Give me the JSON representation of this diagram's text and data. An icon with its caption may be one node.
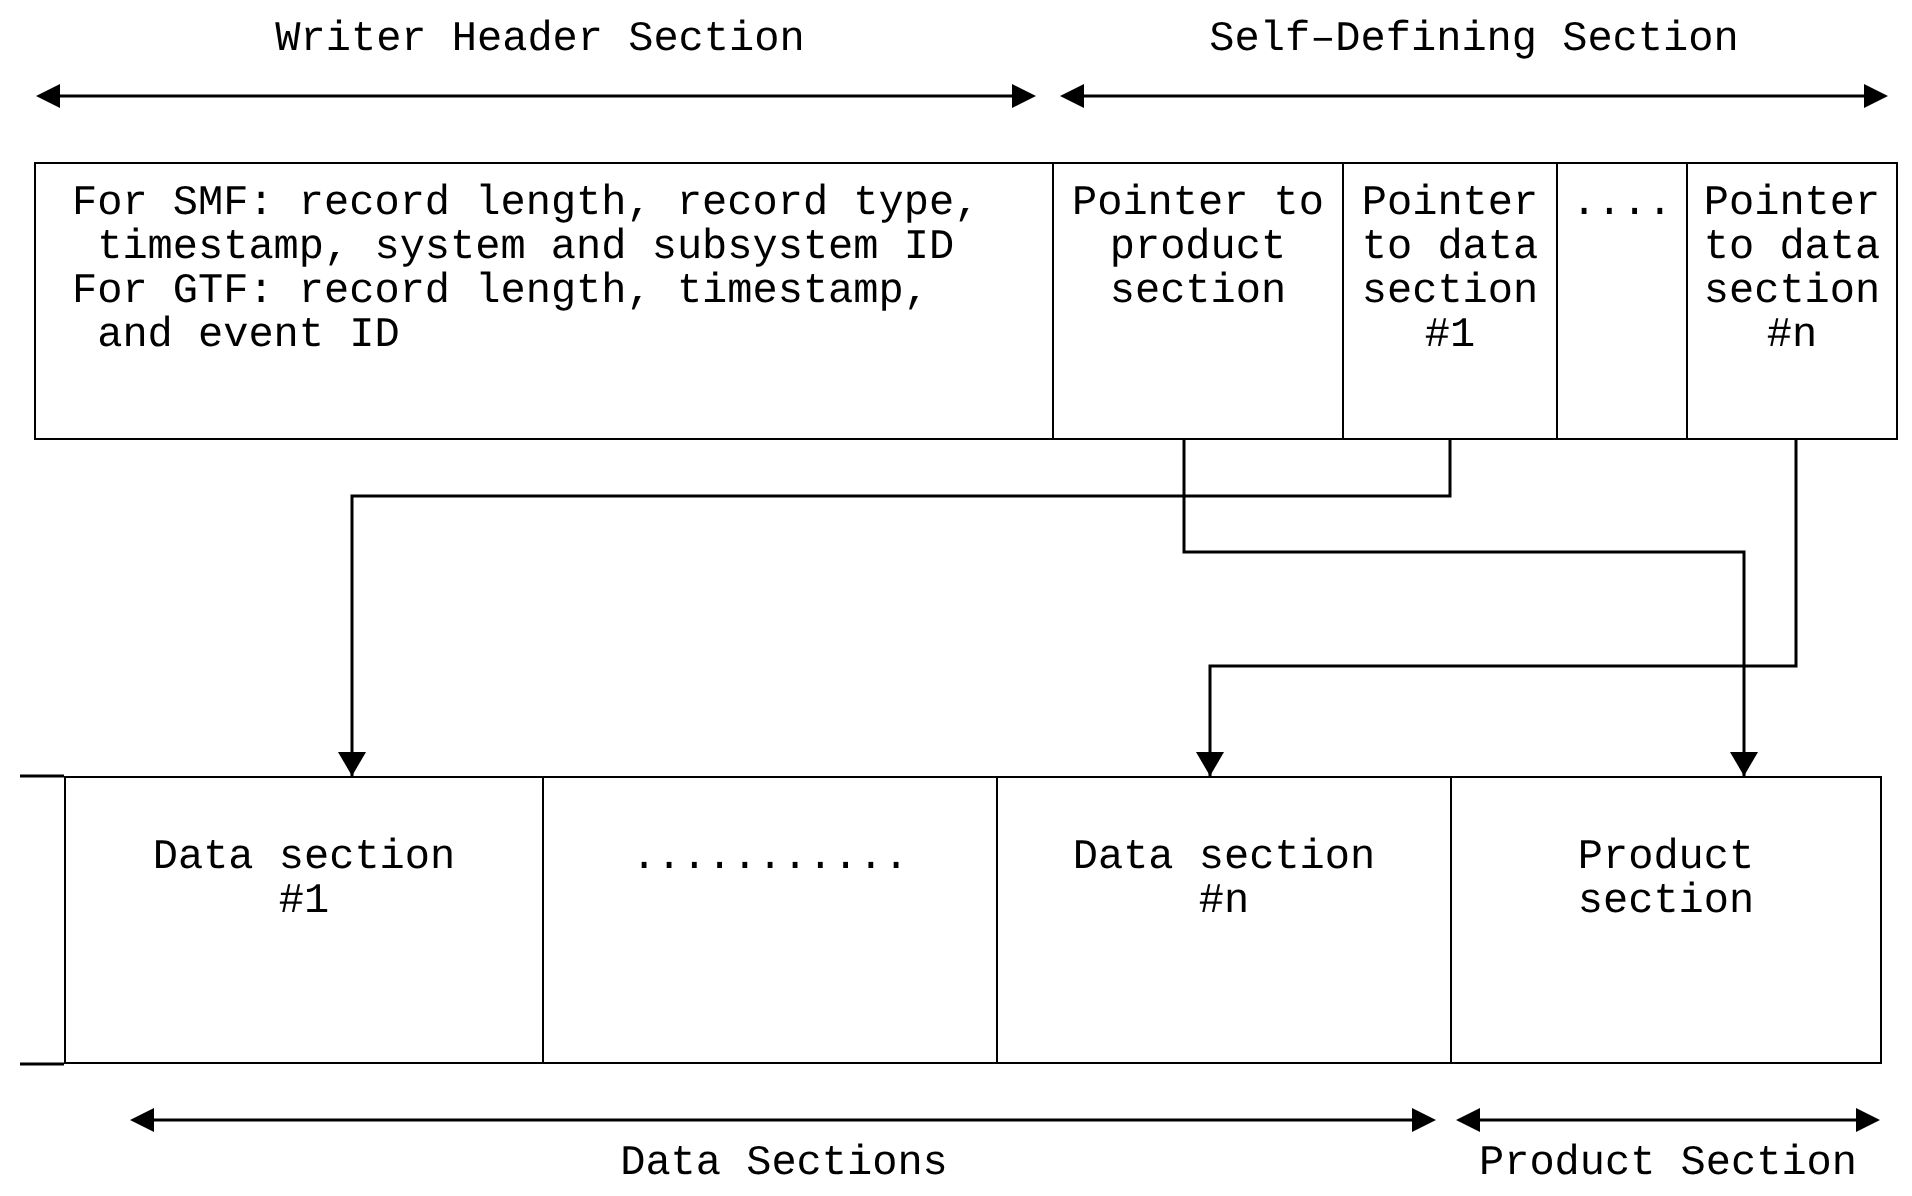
{
  "diagram": {
    "nodes": [
      {
        "text": [
          "For SMF: record length, record type, timestamp, system and subsystem ID",
          "For GTF: record length, timestamp, and event ID"
        ]
      },
      {
        "text": [
          "Pointer to product section"
        ]
      },
      {
        "text": [
          "Pointer to data section #1"
        ]
      },
      {
        "text": [
          "...."
        ]
      },
      {
        "text": [
          "Pointer to data section #n"
        ]
      },
      {
        "text": [
          "Data section #1"
        ]
      },
      {
        "text": [
          "..........."
        ]
      },
      {
        "text": [
          "Data section #n"
        ]
      },
      {
        "text": [
          "Product section"
        ]
      }
    ],
    "edges": [
      {
        "from": 2,
        "to": 5,
        "arrow": "to"
      },
      {
        "from": 1,
        "to": 8,
        "arrow": "to"
      },
      {
        "from": 4,
        "to": 7,
        "arrow": "to"
      }
    ],
    "labels": [
      "Writer Header Section",
      "Self–Defining Section",
      "Data Sections",
      "Product Section"
    ]
  }
}
